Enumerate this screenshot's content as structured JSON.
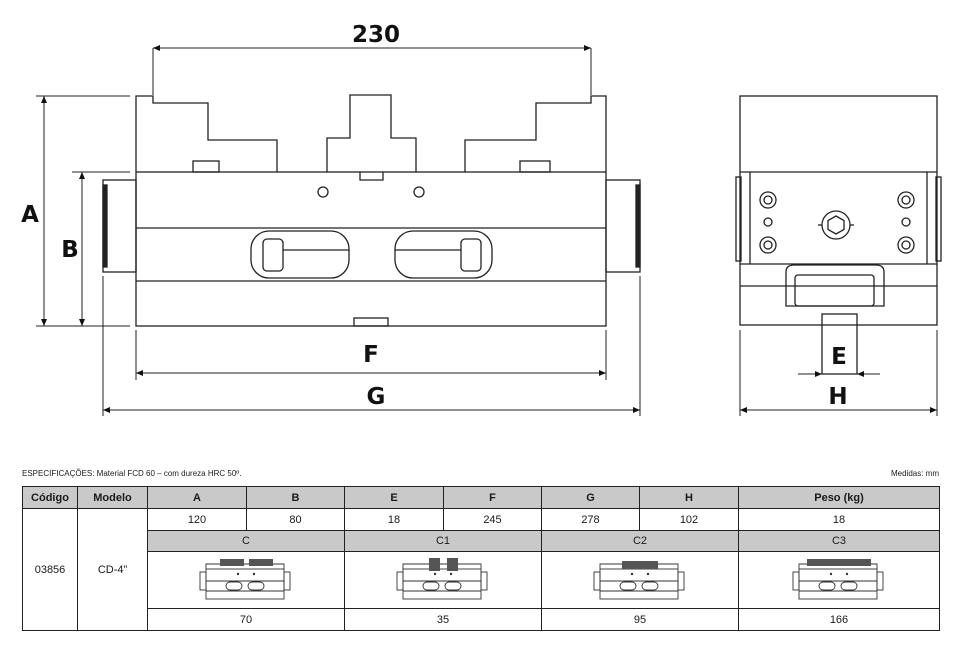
{
  "drawing": {
    "dim_top": "230",
    "dim_A": "A",
    "dim_B": "B",
    "dim_F": "F",
    "dim_G": "G",
    "dim_E": "E",
    "dim_H": "H"
  },
  "specs": {
    "text": "ESPECIFICAÇÕES: Material FCD 60 – com dureza HRC 50º.",
    "units": "Medidas: mm"
  },
  "table": {
    "headers": [
      "Código",
      "Modelo",
      "A",
      "B",
      "E",
      "F",
      "G",
      "H",
      "Peso (kg)"
    ],
    "row": {
      "codigo": "03856",
      "modelo": "CD-4”",
      "A": "120",
      "B": "80",
      "E": "18",
      "F": "245",
      "G": "278",
      "H": "102",
      "peso": "18"
    },
    "configs": [
      "C",
      "C1",
      "C2",
      "C3"
    ],
    "config_values": [
      "70",
      "35",
      "95",
      "166"
    ]
  }
}
